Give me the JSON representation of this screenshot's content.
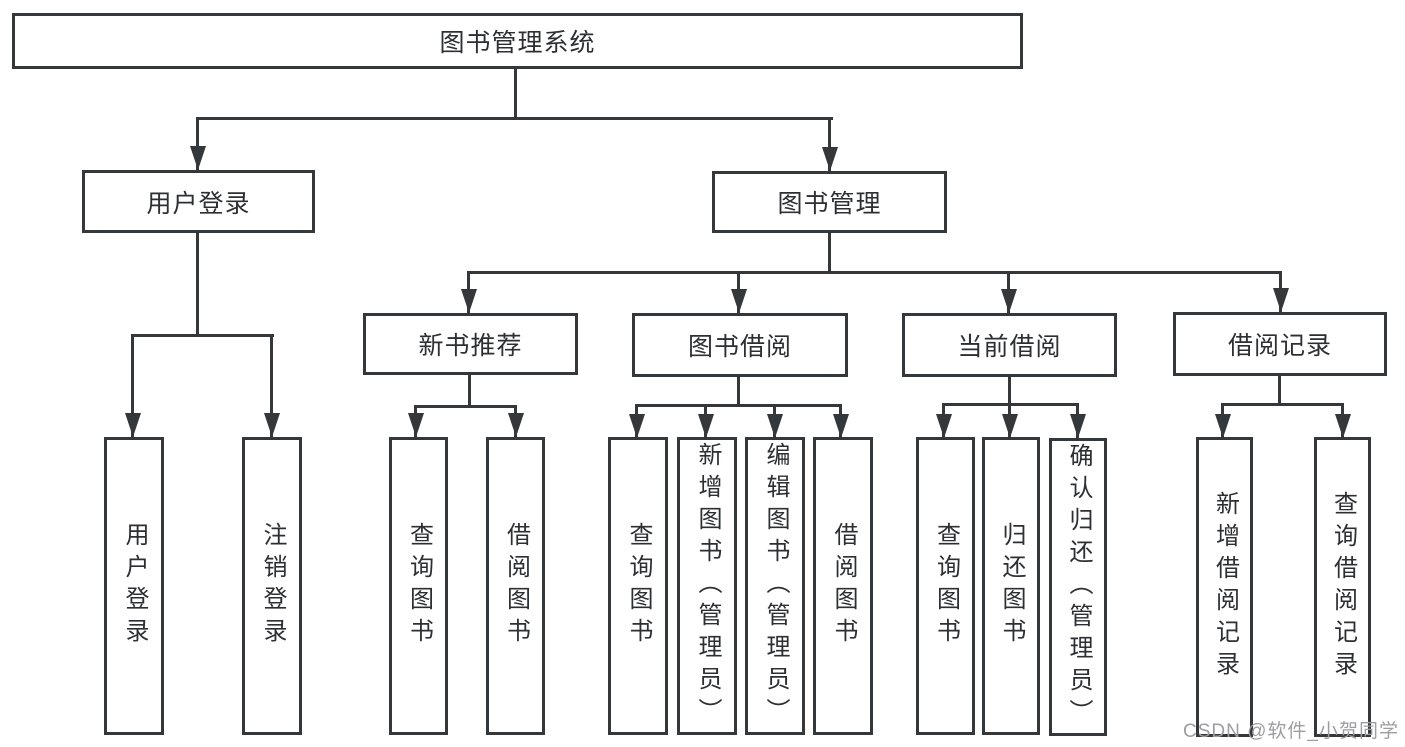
{
  "tree": {
    "label": "图书管理系统",
    "children": [
      {
        "label": "用户登录",
        "children": [
          {
            "label": "用户登录"
          },
          {
            "label": "注销登录"
          }
        ]
      },
      {
        "label": "图书管理",
        "children": [
          {
            "label": "新书推荐",
            "children": [
              {
                "label": "查询图书"
              },
              {
                "label": "借阅图书"
              }
            ]
          },
          {
            "label": "图书借阅",
            "children": [
              {
                "label": "查询图书"
              },
              {
                "label": "新增图书（管理员）"
              },
              {
                "label": "编辑图书（管理员）"
              },
              {
                "label": "借阅图书"
              }
            ]
          },
          {
            "label": "当前借阅",
            "children": [
              {
                "label": "查询图书"
              },
              {
                "label": "归还图书"
              },
              {
                "label": "确认归还（管理员）"
              }
            ]
          },
          {
            "label": "借阅记录",
            "children": [
              {
                "label": "新增借阅记录"
              },
              {
                "label": "查询借阅记录"
              }
            ]
          }
        ]
      }
    ]
  },
  "watermark": "CSDN @软件_小贺同学",
  "colors": {
    "line": "#35383b",
    "text": "#2d2f33",
    "watermark": "#9e9ea1",
    "background": "#ffffff"
  }
}
